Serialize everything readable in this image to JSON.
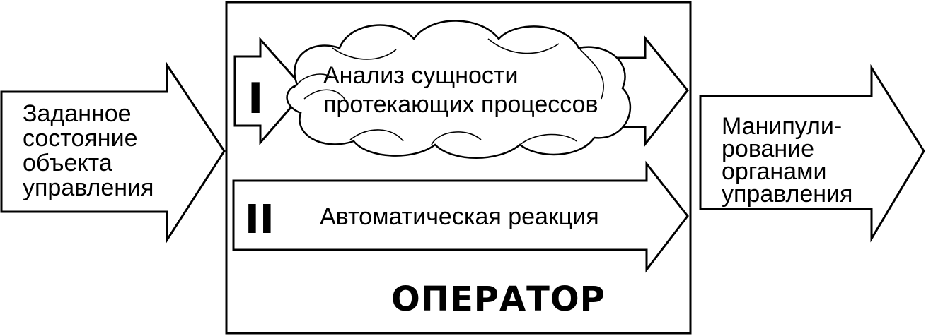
{
  "diagram": {
    "input_text": [
      "Заданное",
      "состояние",
      "объекта",
      "управления"
    ],
    "output_text": [
      "Манипули-",
      "рование",
      "органами",
      "управления"
    ],
    "path1_numeral": "I",
    "path1_text": [
      "Анализ сущности",
      "протекающих процессов"
    ],
    "path2_numeral": "II",
    "path2_text": "Автоматическая реакция",
    "operator_label": "ОПЕРАТОР",
    "stroke_color": "#000000",
    "fill_color": "#ffffff"
  }
}
